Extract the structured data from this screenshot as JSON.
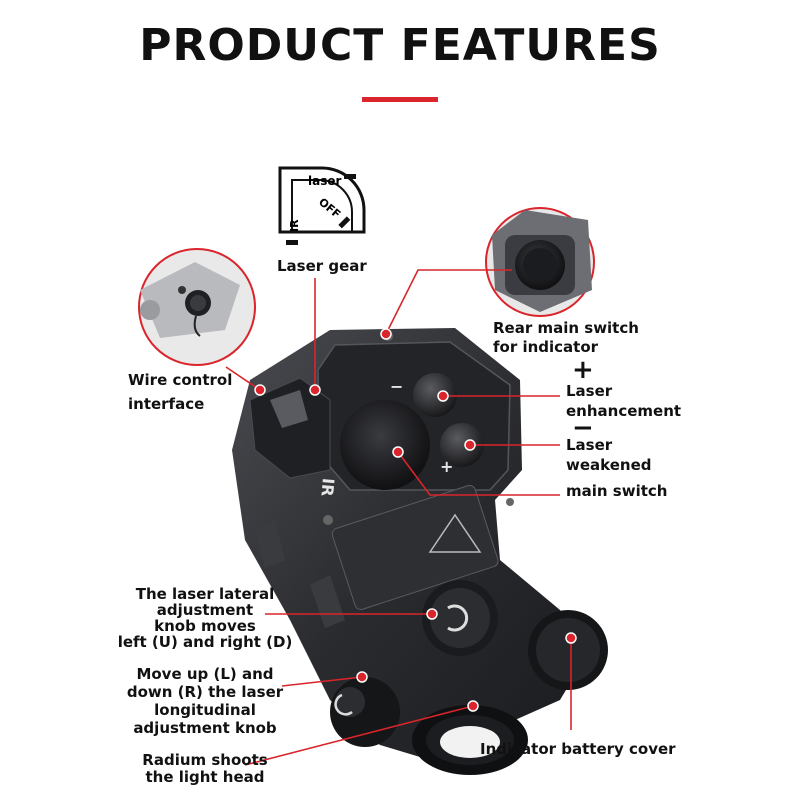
{
  "header": {
    "title": "PRODUCT FEATURES"
  },
  "gear_inset": {
    "label_laser": "laser",
    "label_off": "OFF",
    "label_ir": "IR",
    "caption": "Laser gear"
  },
  "callouts": {
    "wire_control": [
      "Wire control",
      "interface"
    ],
    "rear_switch": [
      "Rear main switch",
      "for indicator"
    ],
    "enhancement": {
      "symbol": "+",
      "lines": [
        "Laser",
        "enhancement"
      ]
    },
    "weakened": {
      "symbol": "−",
      "lines": [
        "Laser",
        "weakened"
      ]
    },
    "main_switch": "main switch",
    "lateral_knob": [
      "The laser lateral",
      "adjustment",
      "knob moves",
      "left (U) and right (D)"
    ],
    "longitudinal_knob": [
      "Move up (L) and",
      "down (R) the laser",
      "longitudinal",
      "adjustment knob"
    ],
    "light_head": [
      "Radium shoots",
      "the light head"
    ],
    "battery_cover": "Indicator battery cover"
  },
  "device_markings": {
    "ir_mark": "IR",
    "plus_mark": "+",
    "minus_mark": "−"
  },
  "colors": {
    "accent": "#d9252b",
    "device": "#2b2c30",
    "text": "#111111"
  }
}
